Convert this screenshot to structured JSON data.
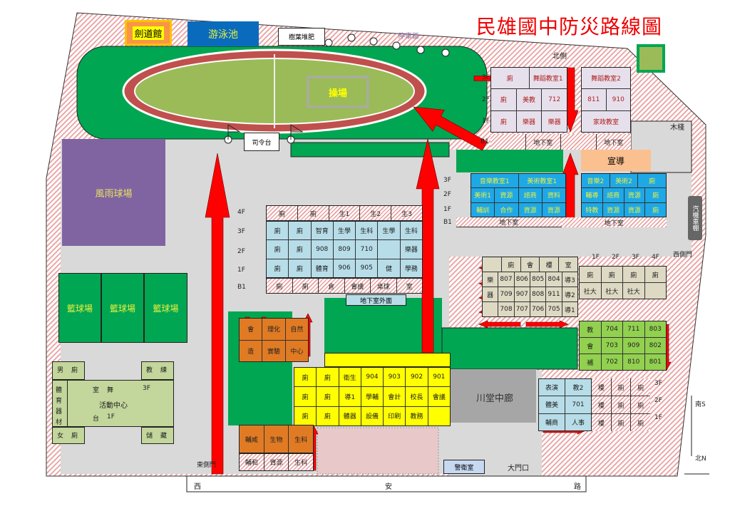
{
  "title": "民雄國中防災路線圖",
  "facilities": {
    "kendo": "劍道館",
    "pool": "游泳池",
    "compost": "樹葉堆肥",
    "parking_area": "停車區",
    "field": "操場",
    "stage": "司令台",
    "north_side": "北側",
    "rain_court": "風雨球場",
    "basketball": [
      "籃球場",
      "籃球場",
      "籃球場"
    ],
    "activity_center": "活動中心",
    "propaganda": "宣導",
    "wood_path": "木棧",
    "car_shed": "汽機車棚",
    "east_gate": "東側門",
    "west_gate": "西側門",
    "hall": "川堂中廊",
    "guard": "警衛室",
    "main_gate": "大門口",
    "underground_out": "地下室外面"
  },
  "road": {
    "w": "西",
    "m": "安",
    "e": "路"
  },
  "compass": {
    "s": "南S",
    "n": "北N"
  },
  "activity_labels": [
    "男",
    "廁",
    "教",
    "練",
    "體",
    "育",
    "器",
    "材",
    "室",
    "舞",
    "台",
    "1F",
    "女",
    "廁",
    "儲",
    "藏",
    "3F"
  ],
  "floors": {
    "f4": "4F",
    "f3": "3F",
    "f2": "2F",
    "f1": "1F",
    "b1": "B1"
  },
  "buildings": {
    "north_w": [
      [
        "廁",
        "舞蹈教室1"
      ],
      [
        "廁",
        "美教",
        "712"
      ],
      [
        "廁",
        "樂器",
        "樂器"
      ]
    ],
    "north_e": [
      [
        "舞蹈教室2"
      ],
      [
        "811",
        "910"
      ],
      [
        "家政教室"
      ]
    ],
    "north_b1": [
      [
        "",
        "地下室",
        "",
        "地下室"
      ]
    ],
    "music_w": [
      [
        "音樂教室1",
        "美術教室1"
      ],
      [
        "美術1",
        "資源",
        "諮商",
        "資料"
      ],
      [
        "輔訓",
        "合作",
        "資源",
        "資源"
      ]
    ],
    "music_e": [
      [
        "音樂2",
        "美術2",
        "廁"
      ],
      [
        "輔導",
        "諮商",
        "資源",
        "廁"
      ],
      [
        "特教",
        "資源",
        "資源",
        "廁"
      ]
    ],
    "music_b1": [
      [
        "地下室"
      ],
      [
        "地下室"
      ]
    ],
    "central_4f": [
      [
        "廁",
        "廁",
        "生1",
        "生2",
        "生3"
      ]
    ],
    "central": [
      [
        "廁",
        "廁",
        "智育",
        "生學",
        "生科",
        "生學",
        "生科"
      ],
      [
        "廁",
        "廁",
        "908",
        "809",
        "710",
        "",
        "樂器"
      ],
      [
        "廁",
        "廁",
        "體育",
        "906",
        "905",
        "健",
        "學務"
      ]
    ],
    "central_b1": [
      [
        "廁",
        "廁",
        "倉",
        "會議",
        "桌球",
        "室"
      ]
    ],
    "beige": [
      [
        "",
        "廁",
        "會",
        "樓",
        "室"
      ],
      [
        "樂",
        "807",
        "806",
        "805",
        "804",
        "導3"
      ],
      [
        "器",
        "709",
        "907",
        "808",
        "911",
        "導2"
      ],
      [
        "",
        "708",
        "707",
        "706",
        "705",
        "導1"
      ]
    ],
    "beige_e": [
      [
        "廁",
        "廁",
        "廁",
        "廁"
      ],
      [
        "社大",
        "社大",
        "社大",
        ""
      ]
    ],
    "beige_e_floors": [
      "1F",
      "2F",
      "3F",
      "4F"
    ],
    "green": [
      [
        "教",
        "704",
        "711",
        "803"
      ],
      [
        "會",
        "703",
        "909",
        "802"
      ],
      [
        "補",
        "702",
        "810",
        "801"
      ]
    ],
    "orange_top": [
      [
        "會",
        "理化",
        "自然"
      ],
      [
        "造",
        "實驗",
        "中心"
      ]
    ],
    "yellow": [
      [
        "廁",
        "廁",
        "衛生",
        "904",
        "903",
        "902",
        "901"
      ],
      [
        "廁",
        "廁",
        "導1",
        "學輔",
        "會計",
        "校長",
        "會議"
      ],
      [
        "廁",
        "廁",
        "體器",
        "設備",
        "印刷",
        "教務",
        ""
      ]
    ],
    "orange_bot": [
      [
        "輔咸",
        "生物",
        "生科"
      ]
    ],
    "orange_bot_b": [
      [
        "輔和",
        "資源",
        "生科"
      ]
    ],
    "small_blue": [
      [
        "表演",
        "教2"
      ],
      [
        "體美",
        "701"
      ],
      [
        "輔商",
        "人事"
      ]
    ],
    "small_grid": [
      [
        "樓",
        "廁",
        "廁"
      ],
      [
        "樓",
        "廁",
        "廁"
      ],
      [
        "樓",
        "廁",
        "廁"
      ]
    ],
    "small_grid_floors": [
      "3F",
      "2F",
      "1F"
    ]
  },
  "colors": {
    "route": "#ff0000",
    "field": "#00a651",
    "track": "#c0504d"
  }
}
